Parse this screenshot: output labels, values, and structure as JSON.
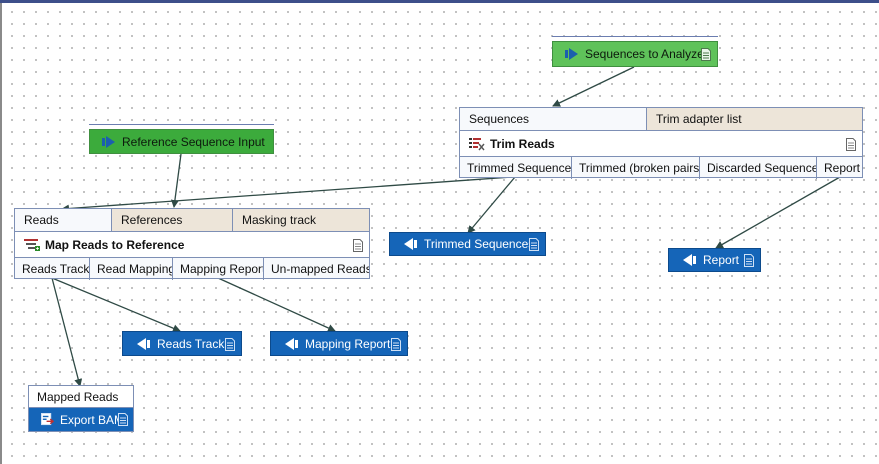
{
  "canvas": {
    "accent_color": "#3d4f8a",
    "input_color": "#5fc25a",
    "output_color": "#1565b8"
  },
  "inputs": {
    "sequences_to_analyze": {
      "label": "Sequences to Analyze",
      "icon": "workflow-input-icon"
    },
    "reference_sequence_input": {
      "label": "Reference Sequence Input",
      "icon": "workflow-input-icon"
    }
  },
  "trim_reads": {
    "title": "Trim Reads",
    "icon": "trim-reads-icon",
    "input_ports": [
      "Sequences",
      "Trim adapter list"
    ],
    "output_ports": [
      "Trimmed Sequences",
      "Trimmed (broken pairs)",
      "Discarded Sequences",
      "Report"
    ]
  },
  "map_reads": {
    "title": "Map Reads to Reference",
    "icon": "map-reads-icon",
    "input_ports": [
      "Reads",
      "References",
      "Masking track"
    ],
    "output_ports": [
      "Reads Track",
      "Read Mapping",
      "Mapping Report",
      "Un-mapped Reads"
    ]
  },
  "outputs": {
    "trimmed_sequences": {
      "label": "Trimmed Sequences",
      "icon": "workflow-output-icon"
    },
    "report": {
      "label": "Report",
      "icon": "workflow-output-icon"
    },
    "reads_track": {
      "label": "Reads Track",
      "icon": "workflow-output-icon"
    },
    "mapping_report": {
      "label": "Mapping Report",
      "icon": "workflow-output-icon"
    }
  },
  "export_bam": {
    "input_port": "Mapped Reads",
    "label": "Export BAM",
    "icon": "export-icon"
  }
}
